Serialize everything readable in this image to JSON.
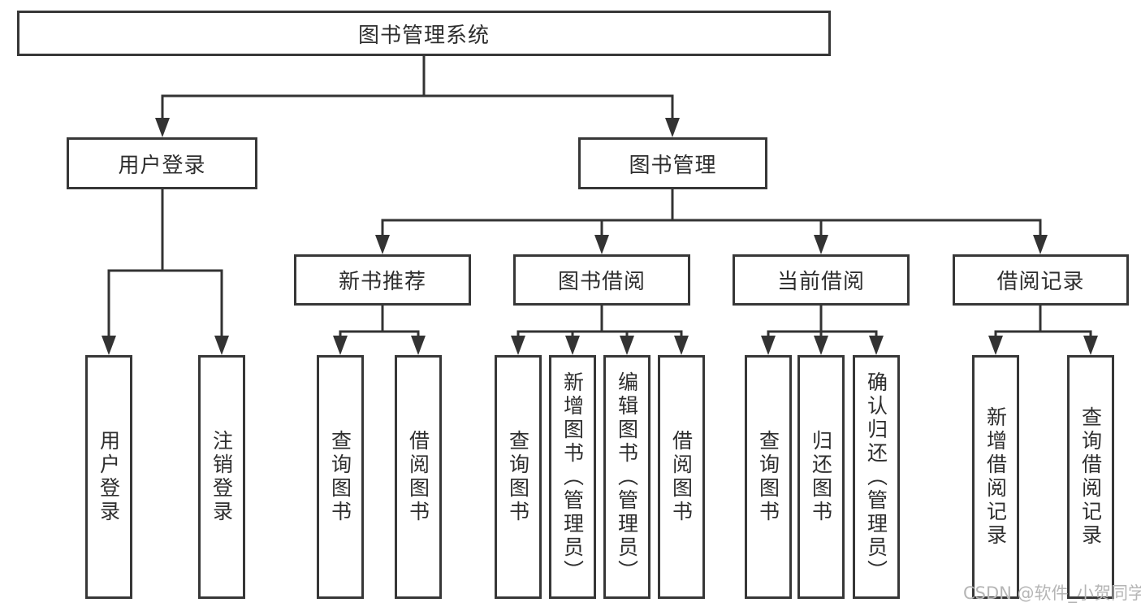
{
  "tree": {
    "label": "图书管理系统",
    "children": [
      {
        "label": "用户登录",
        "children": [
          {
            "label": "用户登录"
          },
          {
            "label": "注销登录"
          }
        ]
      },
      {
        "label": "图书管理",
        "children": [
          {
            "label": "新书推荐",
            "children": [
              {
                "label": "查询图书"
              },
              {
                "label": "借阅图书"
              }
            ]
          },
          {
            "label": "图书借阅",
            "children": [
              {
                "label": "查询图书"
              },
              {
                "label": "新增图书（管理员）"
              },
              {
                "label": "编辑图书（管理员）"
              },
              {
                "label": "借阅图书"
              }
            ]
          },
          {
            "label": "当前借阅",
            "children": [
              {
                "label": "查询图书"
              },
              {
                "label": "归还图书"
              },
              {
                "label": "确认归还（管理员）"
              }
            ]
          },
          {
            "label": "借阅记录",
            "children": [
              {
                "label": "新增借阅记录"
              },
              {
                "label": "查询借阅记录"
              }
            ]
          }
        ]
      }
    ]
  },
  "watermark": {
    "text": "CSDN @软件_小贺同学"
  },
  "colors": {
    "line": "#333333",
    "border": "#373737",
    "text": "#2e2e2e",
    "watermark": "#b5b5b5",
    "background": "#ffffff"
  }
}
